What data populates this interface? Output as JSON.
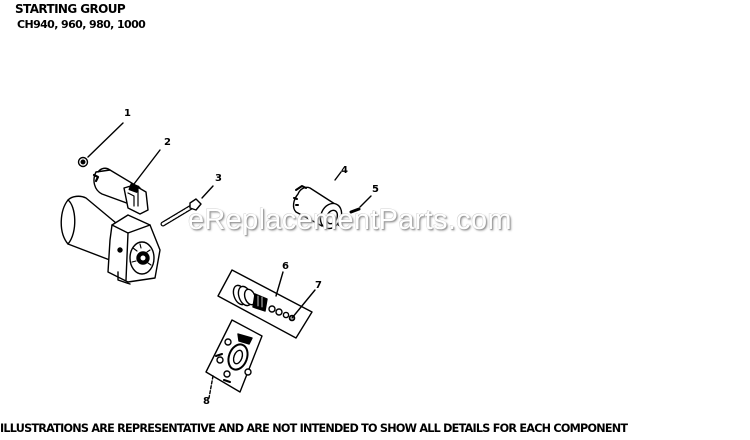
{
  "header": {
    "title": "STARTING GROUP",
    "models": "CH940, 960, 980, 1000"
  },
  "watermark": "eReplacementParts.com",
  "callouts": [
    {
      "label": "1",
      "part": "nut"
    },
    {
      "label": "2",
      "part": "starter-motor"
    },
    {
      "label": "3",
      "part": "through-bolt"
    },
    {
      "label": "4",
      "part": "solenoid"
    },
    {
      "label": "5",
      "part": "solenoid-screw"
    },
    {
      "label": "6",
      "part": "drive-kit"
    },
    {
      "label": "7",
      "part": "retainer-ring-kit"
    },
    {
      "label": "8",
      "part": "brush-holder-kit"
    }
  ],
  "footer": {
    "disclaimer": "ILLUSTRATIONS ARE REPRESENTATIVE AND ARE NOT INTENDED TO SHOW ALL DETAILS FOR EACH COMPONENT"
  },
  "colors": {
    "ink": "#000000",
    "background": "#ffffff",
    "watermark_shadow": "#9a9a9a"
  }
}
